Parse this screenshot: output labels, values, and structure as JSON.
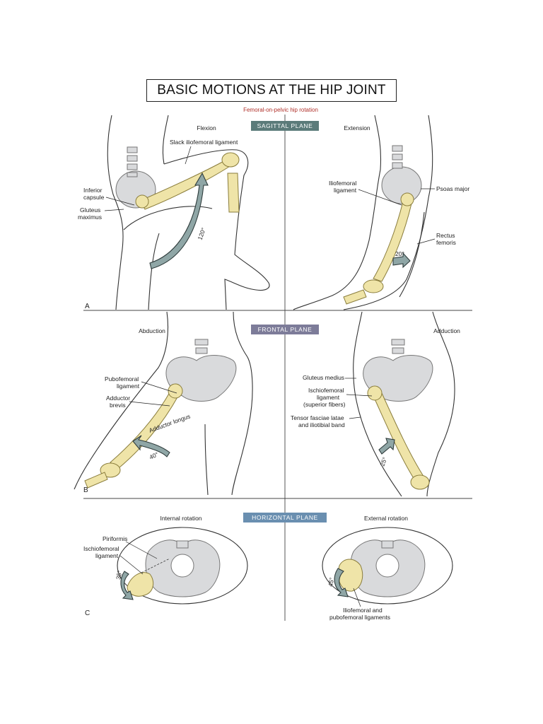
{
  "title": "BASIC MOTIONS AT THE HIP JOINT",
  "subtitle": "Femoral-on-pelvic hip rotation",
  "colors": {
    "sagittal": "#5b7b7a",
    "frontal": "#7d7c99",
    "horizontal": "#6a8fb0",
    "bone": "#efe4a8",
    "subtitle": "#b0302a"
  },
  "panels": {
    "a": {
      "letter": "A",
      "plane": "SAGITTAL PLANE",
      "left": {
        "motion": "Flexion",
        "angle": "120°",
        "labels": [
          "Slack iliofemoral ligament",
          "Inferior",
          "capsule",
          "Gluteus",
          "maximus"
        ]
      },
      "right": {
        "motion": "Extension",
        "angle": "20°",
        "labels": [
          "Iliofemoral",
          "ligament",
          "Psoas major",
          "Rectus",
          "femoris"
        ]
      }
    },
    "b": {
      "letter": "B",
      "plane": "FRONTAL PLANE",
      "left": {
        "motion": "Abduction",
        "angle": "40°",
        "labels": [
          "Pubofemoral",
          "ligament",
          "Adductor",
          "brevis",
          "Adductor longus"
        ]
      },
      "right": {
        "motion": "Adduction",
        "angle": "25°",
        "labels": [
          "Gluteus medius",
          "Ischiofemoral",
          "ligament",
          "(superior fibers)",
          "Tensor fasciae latae",
          "and iliotibial band"
        ]
      }
    },
    "c": {
      "letter": "C",
      "plane": "HORIZONTAL PLANE",
      "left": {
        "motion": "Internal rotation",
        "angle": "35°",
        "labels": [
          "Piriformis",
          "Ischiofemoral",
          "ligament"
        ]
      },
      "right": {
        "motion": "External rotation",
        "angle": "45°",
        "labels": [
          "Iliofemoral and",
          "pubofemoral ligaments"
        ]
      }
    }
  }
}
